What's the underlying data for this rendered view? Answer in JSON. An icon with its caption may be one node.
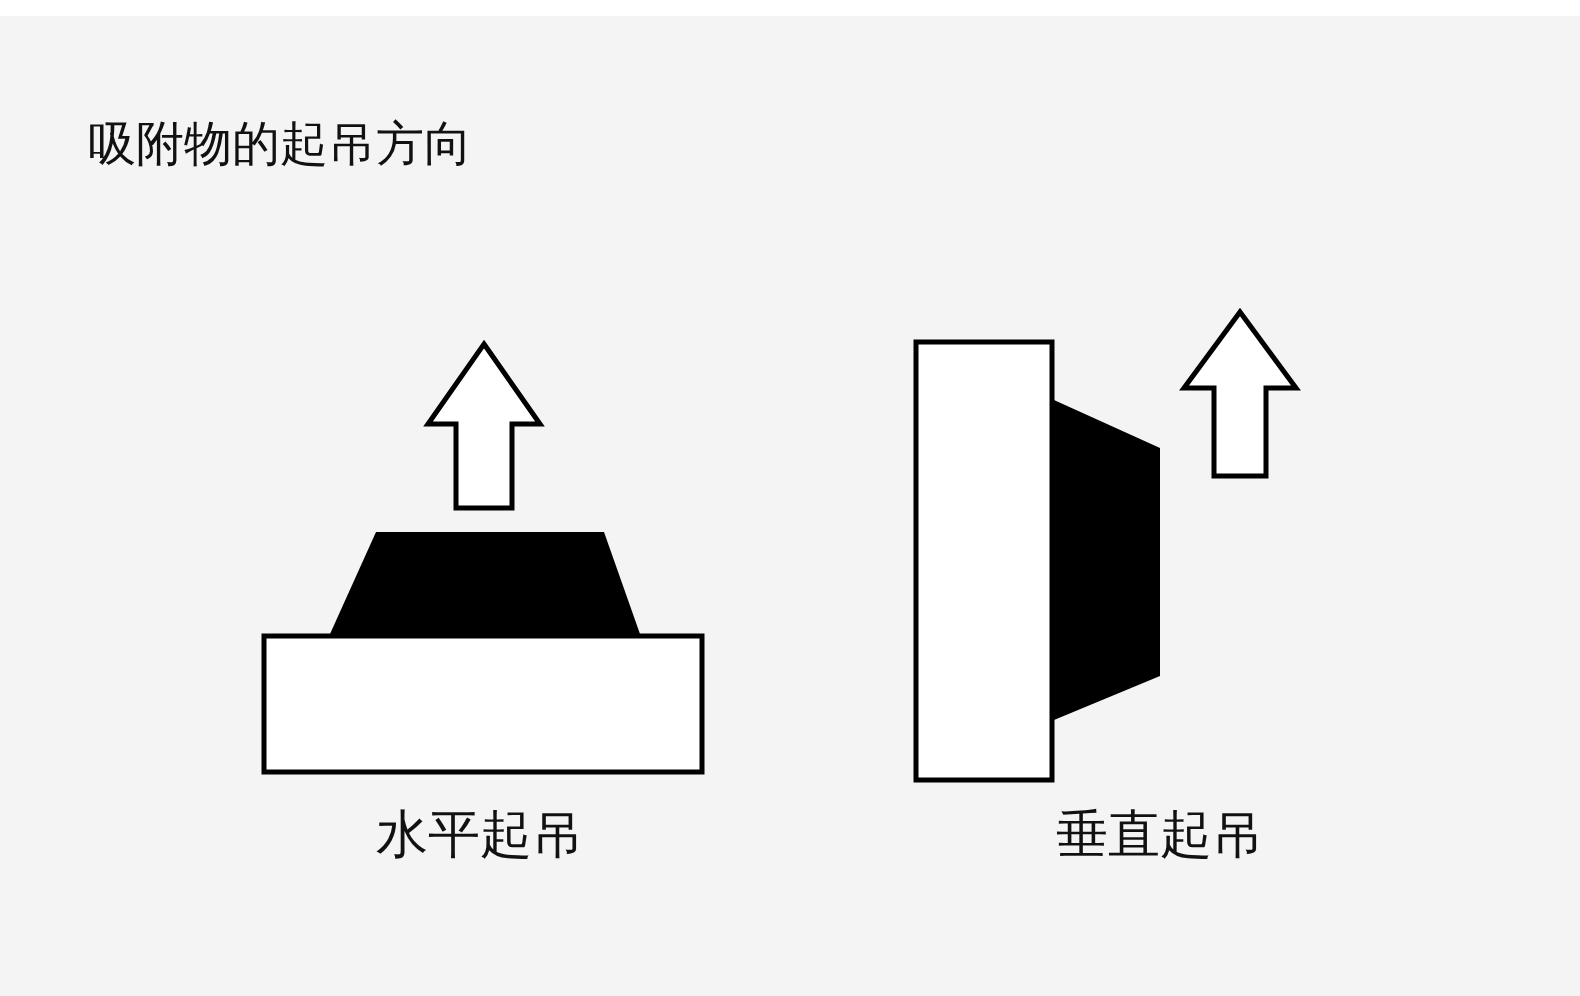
{
  "diagram": {
    "title": "吸附物的起吊方向",
    "labels": [
      "水平起吊",
      "垂直起吊"
    ]
  }
}
